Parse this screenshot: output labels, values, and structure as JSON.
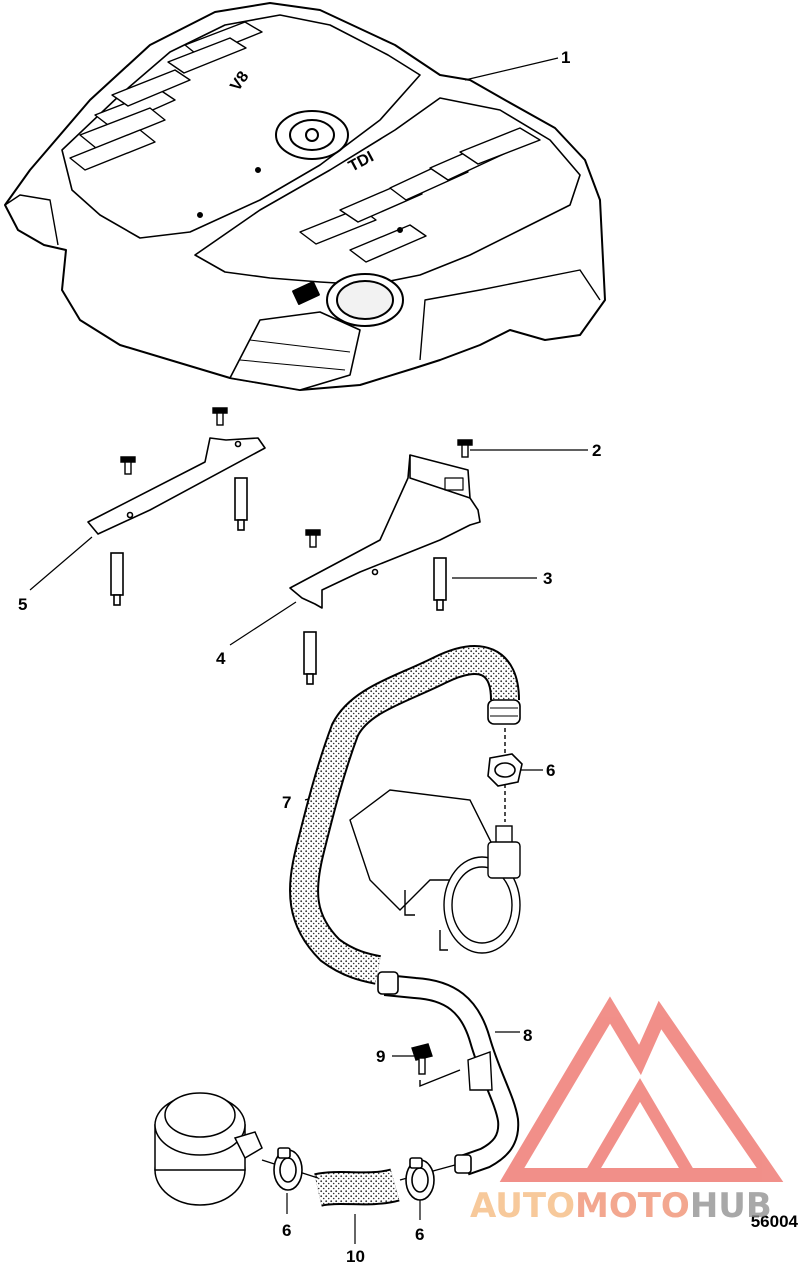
{
  "figure": {
    "number": "56004"
  },
  "callouts": {
    "c1": "1",
    "c2": "2",
    "c3": "3",
    "c4": "4",
    "c5": "5",
    "c6a": "6",
    "c6b": "6",
    "c6c": "6",
    "c7": "7",
    "c8": "8",
    "c9": "9",
    "c10": "10"
  },
  "cover_markings": {
    "left": "V8",
    "right": "TDI"
  },
  "watermark": {
    "part1": "AUTO",
    "part2": "MOTO",
    "part3": "HUB",
    "color_light": "#f5b87a",
    "color_red": "#e8463c",
    "color_gray": "#8c8c8c"
  },
  "colors": {
    "line": "#000000",
    "hose_fill": "#e6e6e6",
    "cover_fill": "#ffffff"
  }
}
